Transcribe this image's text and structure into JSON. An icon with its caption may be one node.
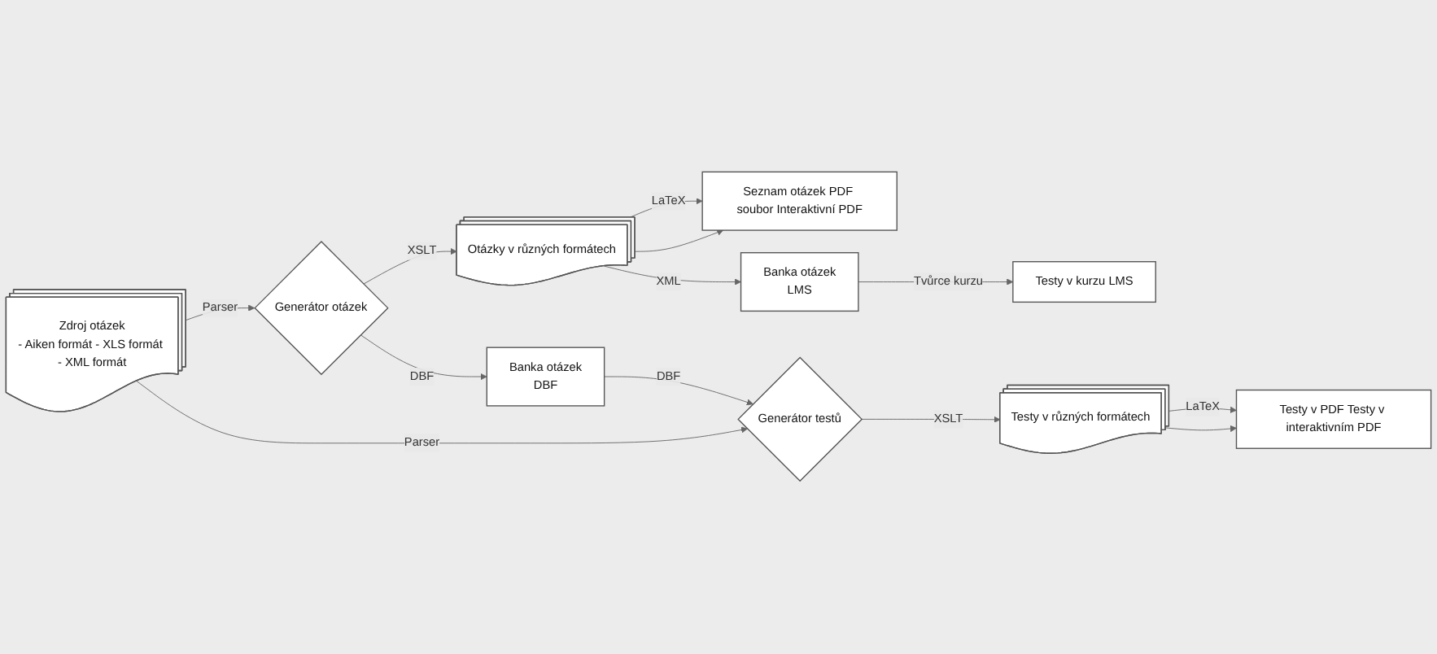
{
  "diagram": {
    "nodes": [
      {
        "text": [
          "Seznam otázek PDF soubor Interaktivní PDF"
        ]
      },
      {
        "text": [
          "Otázky v různých formátech"
        ]
      },
      {
        "text": [
          "Generátor otázek"
        ]
      },
      {
        "text": [
          "Zdroj otázek",
          "- Aiken formát - XLS formát - XML formát"
        ]
      },
      {
        "text": [
          "Generátor testů"
        ]
      },
      {
        "text": [
          "Testy v různých formátech"
        ]
      },
      {
        "text": [
          "Testy v PDF Testy v interaktivním PDF"
        ]
      },
      {
        "text": [
          "Banka otázek",
          "LMS"
        ]
      },
      {
        "text": [
          "Testy v kurzu LMS"
        ]
      },
      {
        "text": [
          "Banka otázek",
          "DBF"
        ]
      }
    ],
    "edges": [
      {
        "from": 1,
        "to": 0,
        "arrow": "to",
        "label": "LaTeX"
      },
      {
        "from": 1,
        "to": 0,
        "arrow": "to"
      },
      {
        "from": 2,
        "to": 1,
        "arrow": "to",
        "label": "XSLT"
      },
      {
        "from": 3,
        "to": 2,
        "arrow": "to",
        "label": "Parser"
      },
      {
        "from": 2,
        "to": 9,
        "arrow": "to",
        "label": "DBF"
      },
      {
        "from": 1,
        "to": 7,
        "arrow": "to",
        "label": "XML"
      },
      {
        "from": 7,
        "to": 8,
        "arrow": "to",
        "label": "Tvůrce kurzu"
      },
      {
        "from": 3,
        "to": 4,
        "arrow": "to",
        "label": "Parser"
      },
      {
        "from": 9,
        "to": 4,
        "arrow": "to",
        "label": "DBF"
      },
      {
        "from": 4,
        "to": 5,
        "arrow": "to",
        "label": "XSLT"
      },
      {
        "from": 5,
        "to": 6,
        "arrow": "to",
        "label": "LaTeX"
      },
      {
        "from": 5,
        "to": 6,
        "arrow": "to"
      }
    ]
  }
}
